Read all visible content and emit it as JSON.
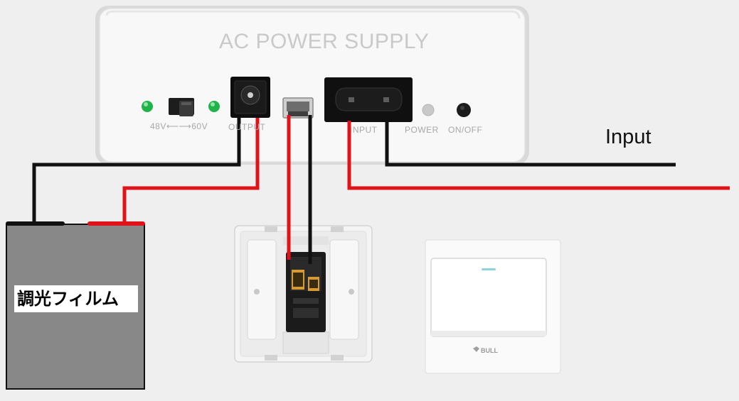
{
  "power_supply": {
    "title": "AC POWER SUPPLY",
    "voltage_range_label": "48V⟵⟶60V",
    "output_label": "OUTPUT",
    "input_label": "INPUT",
    "power_label": "POWER",
    "on_off_label": "ON/OFF"
  },
  "wiring": {
    "input_label": "Input"
  },
  "film": {
    "label": "調光フィルム"
  },
  "switch": {
    "brand": "BULL"
  },
  "colors": {
    "wire_black": "#111111",
    "wire_red": "#e0121a",
    "led_green": "#1fb34a",
    "film_gray": "#888888",
    "psu_body": "#f7f7f7"
  }
}
